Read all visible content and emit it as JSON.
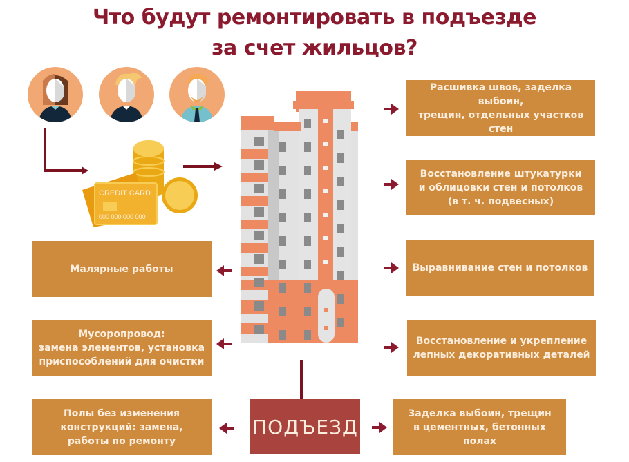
{
  "title": {
    "line1": "Что будут ремонтировать в подъезде",
    "line2": "за счет жильцов?"
  },
  "colors": {
    "title": "#8b1a2e",
    "box_fill": "#cf8b3d",
    "box_text": "#fbeede",
    "entrance_fill": "#a8433e",
    "arrow": "#8b1a2e",
    "building_orange": "#ee8a62",
    "building_white": "#e2e2e2"
  },
  "residents": [
    {
      "icon": "woman-avatar-icon"
    },
    {
      "icon": "man-avatar-icon"
    },
    {
      "icon": "bearded-man-avatar-icon"
    }
  ],
  "payment": {
    "card_label": "CREDIT CARD",
    "card_number": "000 000 000 000",
    "icon": "coins-and-card-icon"
  },
  "building": {
    "icon": "apartment-building-icon"
  },
  "entrance": {
    "label": "ПОДЪЕЗД"
  },
  "left_items": [
    {
      "text": "Малярные работы"
    },
    {
      "text": "Мусоропровод:\nзамена элементов, установка\nприспособлений для очистки"
    },
    {
      "text": "Полы без изменения\nконструкций: замена,\nработы по ремонту"
    }
  ],
  "right_items": [
    {
      "text": "Расшивка швов, заделка выбоин,\nтрещин, отдельных участков стен"
    },
    {
      "text": "Восстановление штукатурки\nи облицовки стен и потолков\n(в т. ч. подвесных)"
    },
    {
      "text": "Выравнивание стен и потолков"
    },
    {
      "text": "Восстановление и укрепление\nлепных декоративных деталей"
    },
    {
      "text": "Заделка выбоин, трещин\nв цементных, бетонных полах"
    }
  ]
}
